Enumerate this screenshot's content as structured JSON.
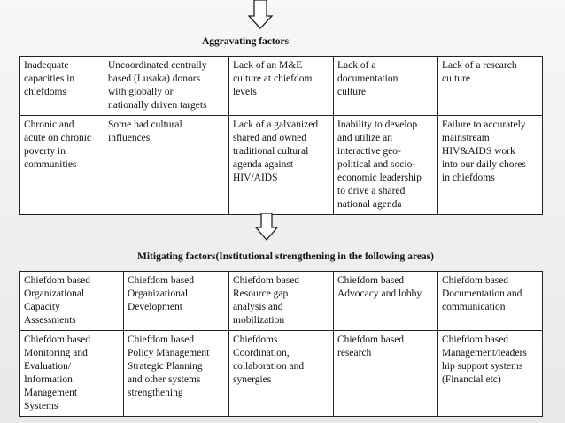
{
  "aggravating": {
    "title": "Aggravating factors",
    "rows": [
      [
        "Inadequate\ncapacities in\nchiefdoms",
        "Uncoordinated centrally\nbased (Lusaka) donors\nwith globally or\nnationally driven targets",
        "Lack of an M&E\nculture at chiefdom\nlevels",
        "Lack of a\ndocumentation\nculture",
        "Lack of a research\nculture"
      ],
      [
        "Chronic and\nacute on chronic\npoverty  in\ncommunities",
        "Some bad cultural\ninfluences",
        "Lack of a galvanized\nshared and owned\ntraditional cultural\nagenda against\nHIV/AIDS",
        "Inability to develop\nand utilize an\ninteractive geo-\npolitical and socio-\neconomic leadership\nto drive a shared\nnational agenda",
        "Failure to accurately\nmainstream\nHIV&AIDS work\ninto our daily chores\nin chiefdoms"
      ]
    ]
  },
  "mitigating": {
    "title": "Mitigating factors(Institutional strengthening in the following areas)",
    "rows": [
      [
        "Chiefdom based\nOrganizational\nCapacity\nAssessments",
        "Chiefdom based\nOrganizational\nDevelopment",
        "Chiefdom based\nResource  gap\nanalysis and\nmobilization",
        "Chiefdom based\nAdvocacy and lobby",
        "Chiefdom based\nDocumentation and\ncommunication"
      ],
      [
        "Chiefdom based\nMonitoring and\nEvaluation/\nInformation\nManagement\nSystems",
        "Chiefdom based\nPolicy Management\nStrategic Planning\nand other systems\nstrengthening",
        "Chiefdoms\nCoordination,\ncollaboration and\nsynergies",
        "Chiefdom based\n        research",
        "Chiefdom based\nManagement/leaders\nhip support systems\n(Financial etc)"
      ]
    ]
  }
}
